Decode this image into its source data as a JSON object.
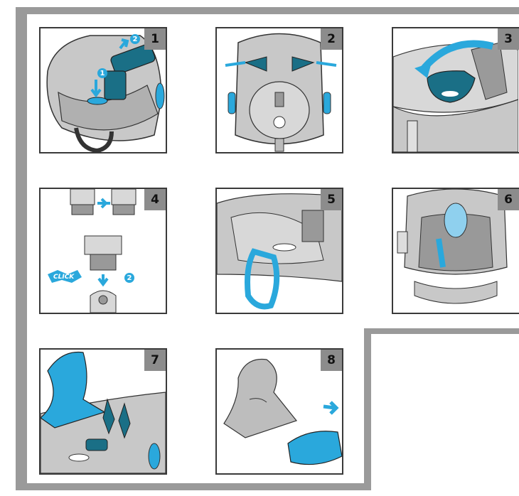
{
  "panels": [
    {
      "number": "1",
      "sub_steps": [
        "1",
        "2"
      ]
    },
    {
      "number": "2"
    },
    {
      "number": "3"
    },
    {
      "number": "4",
      "sub_steps": [
        "2"
      ],
      "click_label": "CLICK"
    },
    {
      "number": "5"
    },
    {
      "number": "6"
    },
    {
      "number": "7"
    },
    {
      "number": "8"
    }
  ],
  "colors": {
    "frame_gray": "#9a9a9a",
    "border": "#3a3a3a",
    "badge": "#8c8c8c",
    "accent_blue": "#2aa8dc",
    "dark_teal": "#1a6f86",
    "seat_gray": "#c8c8c8"
  }
}
